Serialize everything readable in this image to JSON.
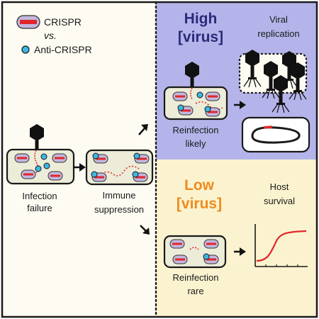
{
  "legend": {
    "crispr": "CRISPR",
    "vs": "vs.",
    "anti_crispr": "Anti-CRISPR"
  },
  "left": {
    "infection_failure": [
      "Infection",
      "failure"
    ],
    "immune_suppression": [
      "Immune",
      "suppression"
    ]
  },
  "high": {
    "title": [
      "High",
      "[virus]"
    ],
    "viral_replication": [
      "Viral",
      "replication"
    ],
    "reinfection": [
      "Reinfection",
      "likely"
    ]
  },
  "low": {
    "title": [
      "Low",
      "[virus]"
    ],
    "host_survival": [
      "Host",
      "survival"
    ],
    "reinfection": [
      "Reinfection",
      "rare"
    ]
  },
  "colors": {
    "high_bg": "#b4b4ea",
    "low_bg": "#fbf3cf",
    "left_bg": "#fdfbf2",
    "high_text": "#2a2a7a",
    "low_text": "#f08a1c",
    "crispr_red": "#e0262a",
    "anti_crispr_blue": "#3fb5e0",
    "cell_fill": "#ececd8",
    "complex_purple": "#c3b8de"
  }
}
